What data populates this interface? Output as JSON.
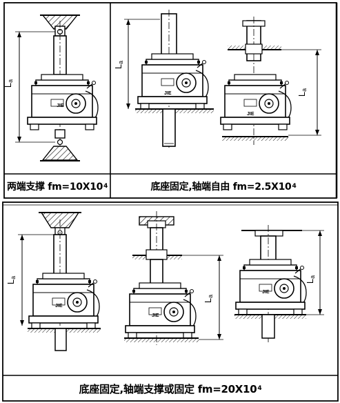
{
  "panels": [
    {
      "caption_text": "两端支撑 fm=10X10",
      "caption_exp": "4",
      "dim_label": "L",
      "dim_sub": "a"
    },
    {
      "caption_text": "底座固定,轴端自由 fm=2.5X10",
      "caption_exp": "4",
      "dim_label": "L",
      "dim_sub": "a"
    },
    {
      "caption_text": "底座固定,轴端支撑或固定 fm=20X10",
      "caption_exp": "4",
      "dim_labels": [
        {
          "label": "L",
          "sub": "a"
        },
        {
          "label": "L",
          "sub": "a"
        },
        {
          "label": "L",
          "sub": "a"
        }
      ]
    }
  ],
  "logo_text": "JIE"
}
